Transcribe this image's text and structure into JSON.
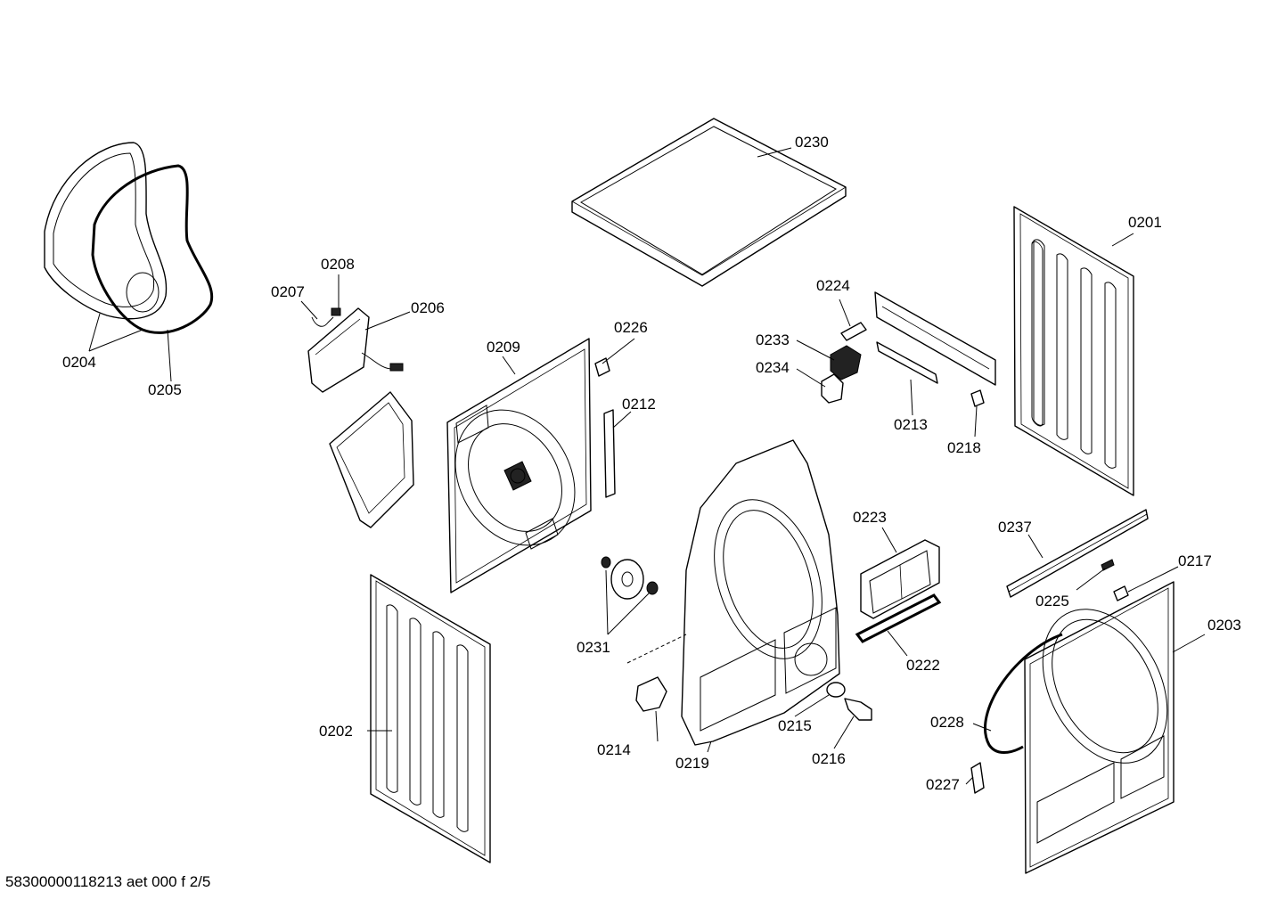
{
  "drawing_id": "58300000118213 aet 000 f 2/5",
  "callouts": {
    "c0201": "0201",
    "c0202": "0202",
    "c0203": "0203",
    "c0204": "0204",
    "c0205": "0205",
    "c0206": "0206",
    "c0207": "0207",
    "c0208": "0208",
    "c0209": "0209",
    "c0212": "0212",
    "c0213": "0213",
    "c0214": "0214",
    "c0215": "0215",
    "c0216": "0216",
    "c0217": "0217",
    "c0218": "0218",
    "c0219": "0219",
    "c0222": "0222",
    "c0223": "0223",
    "c0224": "0224",
    "c0225": "0225",
    "c0226": "0226",
    "c0227": "0227",
    "c0228": "0228",
    "c0230": "0230",
    "c0231": "0231",
    "c0233": "0233",
    "c0234": "0234",
    "c0237": "0237"
  }
}
